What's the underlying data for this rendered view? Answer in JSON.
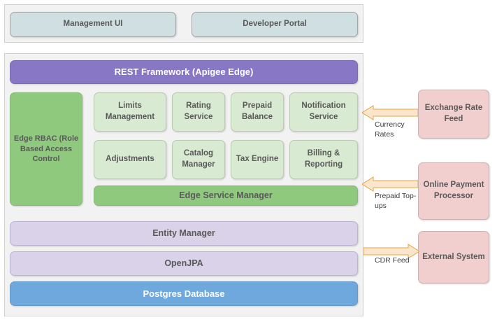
{
  "top_panel": {
    "boxes": [
      {
        "label": "Management UI"
      },
      {
        "label": "Developer Portal"
      }
    ]
  },
  "main_panel": {
    "header": {
      "label": "REST Framework (Apigee Edge)"
    },
    "rbac": {
      "label": "Edge RBAC (Role Based Access Control"
    },
    "services": [
      {
        "label": "Limits Management"
      },
      {
        "label": "Rating Service"
      },
      {
        "label": "Prepaid Balance"
      },
      {
        "label": "Notification Service"
      },
      {
        "label": "Adjustments"
      },
      {
        "label": "Catalog Manager"
      },
      {
        "label": "Tax Engine"
      },
      {
        "label": "Billing & Reporting"
      }
    ],
    "service_manager": {
      "label": "Edge Service Manager"
    },
    "persistence": [
      {
        "label": "Entity Manager"
      },
      {
        "label": "OpenJPA"
      },
      {
        "label": "Postgres Database"
      }
    ]
  },
  "external_systems": [
    {
      "label": "Exchange Rate Feed"
    },
    {
      "label": "Online Payment Processor"
    },
    {
      "label": "External System"
    }
  ],
  "flows": [
    {
      "label": "Currency Rates",
      "direction": "left"
    },
    {
      "label": "Prepaid Top-ups",
      "direction": "left"
    },
    {
      "label": "CDR Feed",
      "direction": "right"
    }
  ],
  "colors": {
    "panel_bg": "#f2f2f2",
    "blue_grey": "#cfdfe2",
    "purple": "#8877c4",
    "green_dark": "#8fc97e",
    "green_light": "#d9ead3",
    "lavender": "#d9d2e9",
    "blue": "#6fa8dc",
    "pink": "#f2cfcf",
    "arrow": "#fce5cd",
    "arrow_border": "#e8a33d"
  }
}
